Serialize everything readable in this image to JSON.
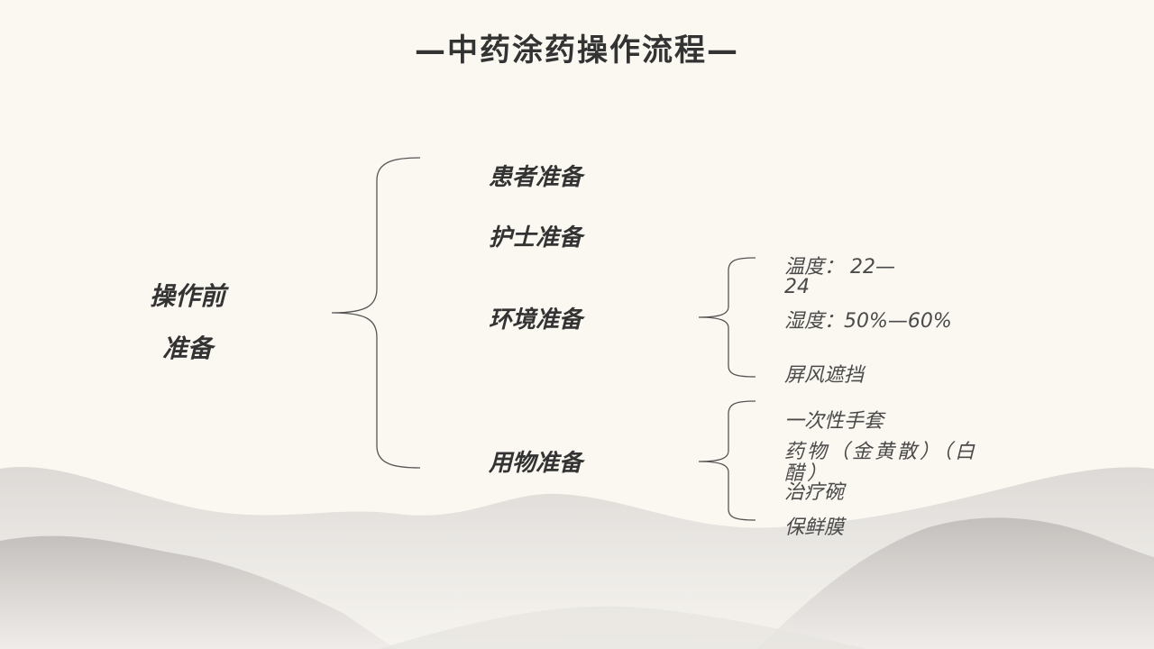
{
  "title": "—中药涂药操作流程—",
  "root": {
    "line1": "操作前",
    "line2": "准备"
  },
  "categories": [
    "患者准备",
    "护士准备",
    "环境准备",
    "用物准备"
  ],
  "environment_items": {
    "temperature_a": "温度： 22—",
    "temperature_b": "24",
    "humidity": "湿度：50%—60%",
    "screen": "屏风遮挡"
  },
  "supplies_items": {
    "gloves": "一次性手套",
    "medicine": "药物（金黄散）（白醋）",
    "bowl": "治疗碗",
    "film": "保鲜膜"
  }
}
